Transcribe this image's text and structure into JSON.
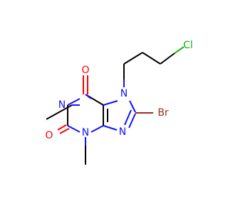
{
  "molecule": {
    "atoms": [
      {
        "id": "O6",
        "label": "O",
        "color": "#ff0000"
      },
      {
        "id": "N1",
        "label": "N",
        "color": "#1010ff"
      },
      {
        "id": "O2",
        "label": "O",
        "color": "#ff0000"
      },
      {
        "id": "N3",
        "label": "N",
        "color": "#1010ff"
      },
      {
        "id": "N7",
        "label": "N",
        "color": "#1010ff"
      },
      {
        "id": "N9",
        "label": "N",
        "color": "#1010ff"
      },
      {
        "id": "Br",
        "label": "Br",
        "color": "#9c2d1e"
      },
      {
        "id": "Cl",
        "label": "Cl",
        "color": "#12b112"
      }
    ]
  }
}
